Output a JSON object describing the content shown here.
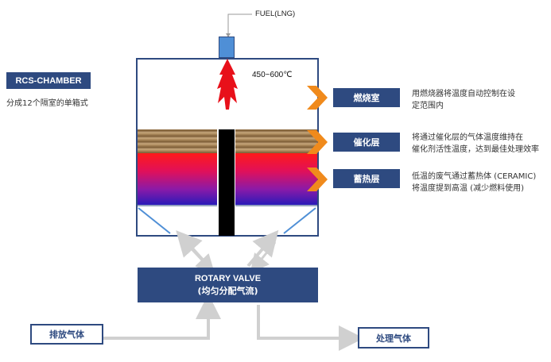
{
  "fuel": {
    "label": "FUEL(LNG)"
  },
  "chamber": {
    "title": "RCS-CHAMBER",
    "subtitle": "分成12个隔室的单箱式",
    "temperature": "450~600℃"
  },
  "zones": [
    {
      "label": "燃烧室",
      "desc_line1": "用燃烧器将温度自动控制在设",
      "desc_line2": "定范围内"
    },
    {
      "label": "催化层",
      "desc_line1": "将通过催化层的气体温度维持在",
      "desc_line2": "催化剂活性温度，达到最佳处理效率"
    },
    {
      "label": "蓄热层",
      "desc_line1": "低温的废气通过蓄热体 (CERAMIC)",
      "desc_line2": "将温度提到高温 (减少燃料使用)"
    }
  ],
  "valve": {
    "line1": "ROTARY VALVE",
    "line2": "(均匀分配气流)"
  },
  "inlet": {
    "label": "排放气体"
  },
  "outlet": {
    "label": "处理气体"
  },
  "colors": {
    "navy": "#2e4a80",
    "orange": "#f08a1c",
    "flame": "#e8101a",
    "burner": "#4f8fd6",
    "arrow_gray": "#d0d0d0"
  }
}
